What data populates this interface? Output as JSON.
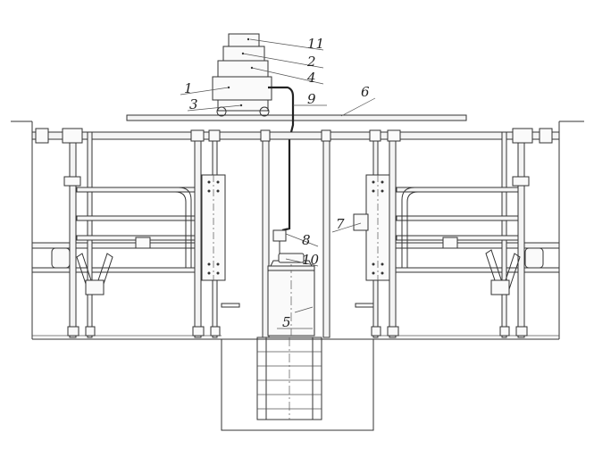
{
  "callouts": [
    {
      "id": "c11",
      "text": "11"
    },
    {
      "id": "c2",
      "text": "2"
    },
    {
      "id": "c4",
      "text": "4"
    },
    {
      "id": "c1",
      "text": "1"
    },
    {
      "id": "c9",
      "text": "9"
    },
    {
      "id": "c6",
      "text": "6"
    },
    {
      "id": "c3",
      "text": "3"
    },
    {
      "id": "c7",
      "text": "7"
    },
    {
      "id": "c8",
      "text": "8"
    },
    {
      "id": "c10",
      "text": "10"
    },
    {
      "id": "c5",
      "text": "5"
    }
  ]
}
